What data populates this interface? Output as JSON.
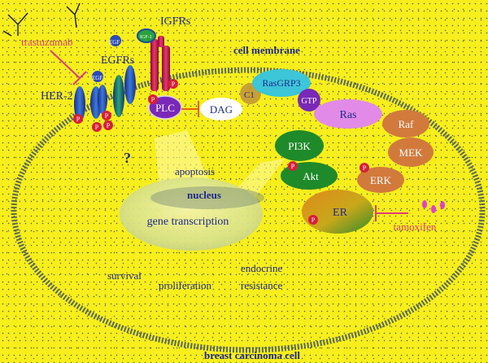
{
  "labels": {
    "trastuzumab": "trastuzumab",
    "her2": "HER-2",
    "egf1": "EGF",
    "egf2": "EGF",
    "egfrs": "EGFRs",
    "igfrs": "IGFRs",
    "igf1": "IGF-1",
    "cell_membrane": "cell membrane",
    "c1": "C1",
    "rasgrp3": "RasGRP3",
    "gtp": "GTP",
    "ras": "Ras",
    "raf": "Raf",
    "mek": "MEK",
    "erk": "ERK",
    "plc": "PLC",
    "dag": "DAG",
    "pi3k": "PI3K",
    "akt": "Akt",
    "er": "ER",
    "tamoxifen": "tamoxifen",
    "question": "?",
    "apoptosis": "apoptosis",
    "nucleus": "nucleus",
    "gene_transcription": "gene transcription",
    "survival": "survival",
    "proliferation": "proliferation",
    "endocrine_1": "endocrine",
    "endocrine_2": "resistance",
    "cell": "breast carcinoma cell"
  },
  "phospho": "P",
  "colors": {
    "background": "#f7ee1c",
    "membrane": "#5a6a5a",
    "red_text": "#e23c7a",
    "blue_text": "#1f2a8a",
    "plc": "#7a28b8",
    "rasgrp3": "#3cc6d8",
    "ras": "#e28ae8",
    "raf_mek_erk": "#d27a3c",
    "pi3k_akt": "#1f8a2a",
    "phospho": "#d81e3a"
  }
}
